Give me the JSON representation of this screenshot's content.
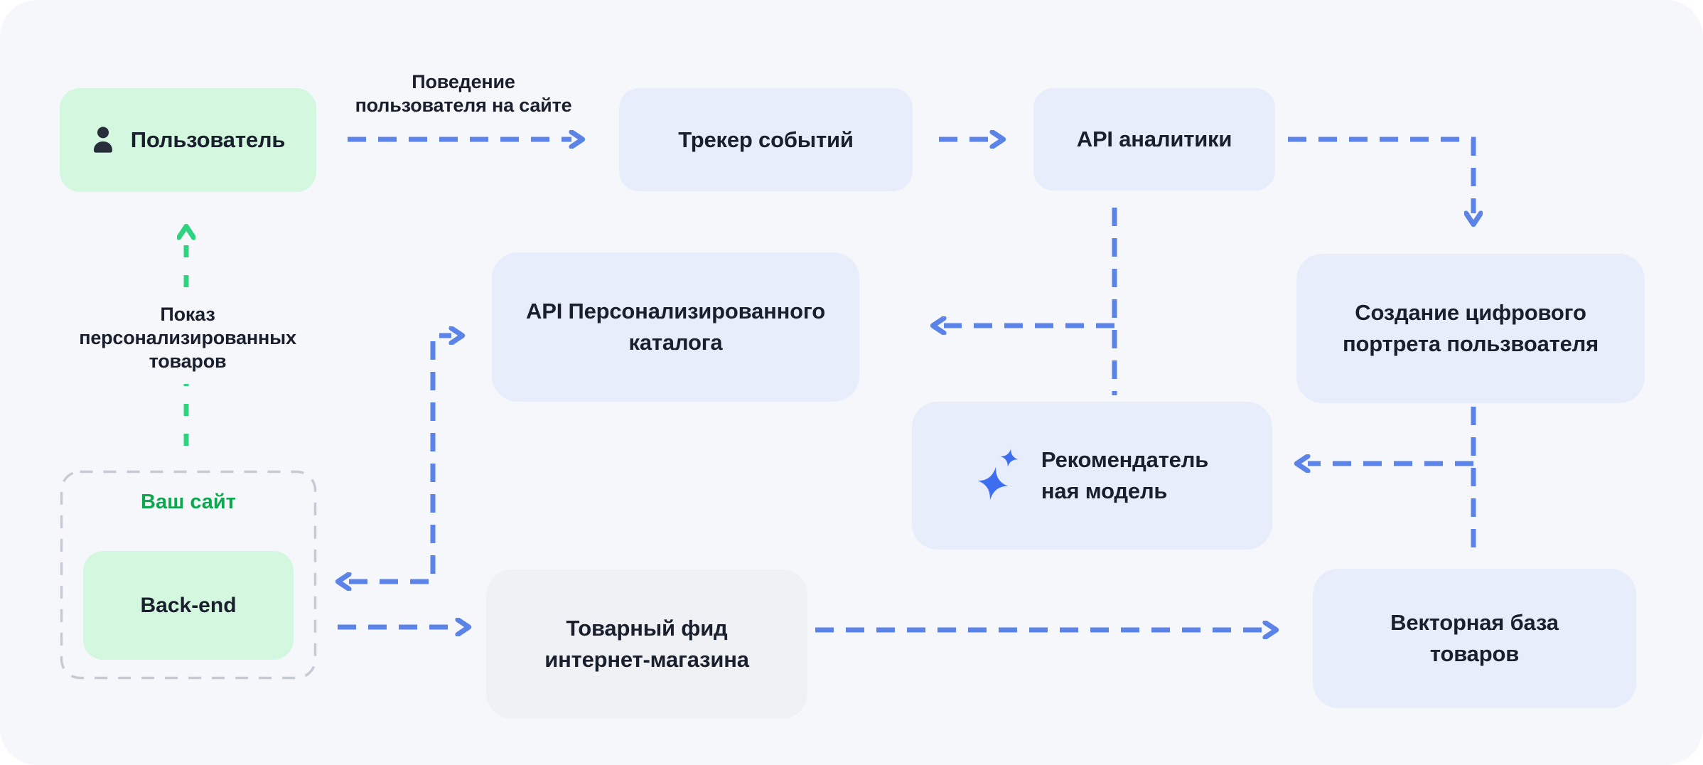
{
  "colors": {
    "page_bg": "#ffffff",
    "canvas_bg": "#f5f7fa",
    "box_lavender": "#e8edfc",
    "box_green": "#d3f8df",
    "box_gray": "#eff1f4",
    "arrow_blue": "#5b83e8",
    "arrow_green": "#2fd37f",
    "text_dark": "#1a1f2d",
    "green_text": "#0da750",
    "site_border": "#c5cad3",
    "icon_dark": "#272d3a",
    "sparkle_blue": "#3d6ef0"
  },
  "nodes": {
    "user": {
      "label": "Пользователь",
      "icon": "person-icon"
    },
    "tracker": {
      "label": "Трекер событий"
    },
    "analytics_api": {
      "label": "API аналитики"
    },
    "catalog_api": {
      "lines": [
        "API Персонализированного",
        "каталога"
      ]
    },
    "portrait": {
      "lines": [
        "Создание цифрового",
        "портрета пользвоателя"
      ]
    },
    "recommender": {
      "lines": [
        "Рекомендатель",
        "ная модель"
      ],
      "icon": "sparkles-icon"
    },
    "vector_db": {
      "lines": [
        "Векторная база",
        "товаров"
      ]
    },
    "product_feed": {
      "lines": [
        "Товарный фид",
        "интернет-магазина"
      ]
    },
    "site": {
      "title": "Ваш сайт",
      "backend_label": "Back-end"
    }
  },
  "edge_labels": {
    "behavior": {
      "lines": [
        "Поведение",
        "пользователя на сайте"
      ]
    },
    "showcase": {
      "lines": [
        "Показ",
        "персонализированных",
        "товаров"
      ]
    }
  }
}
